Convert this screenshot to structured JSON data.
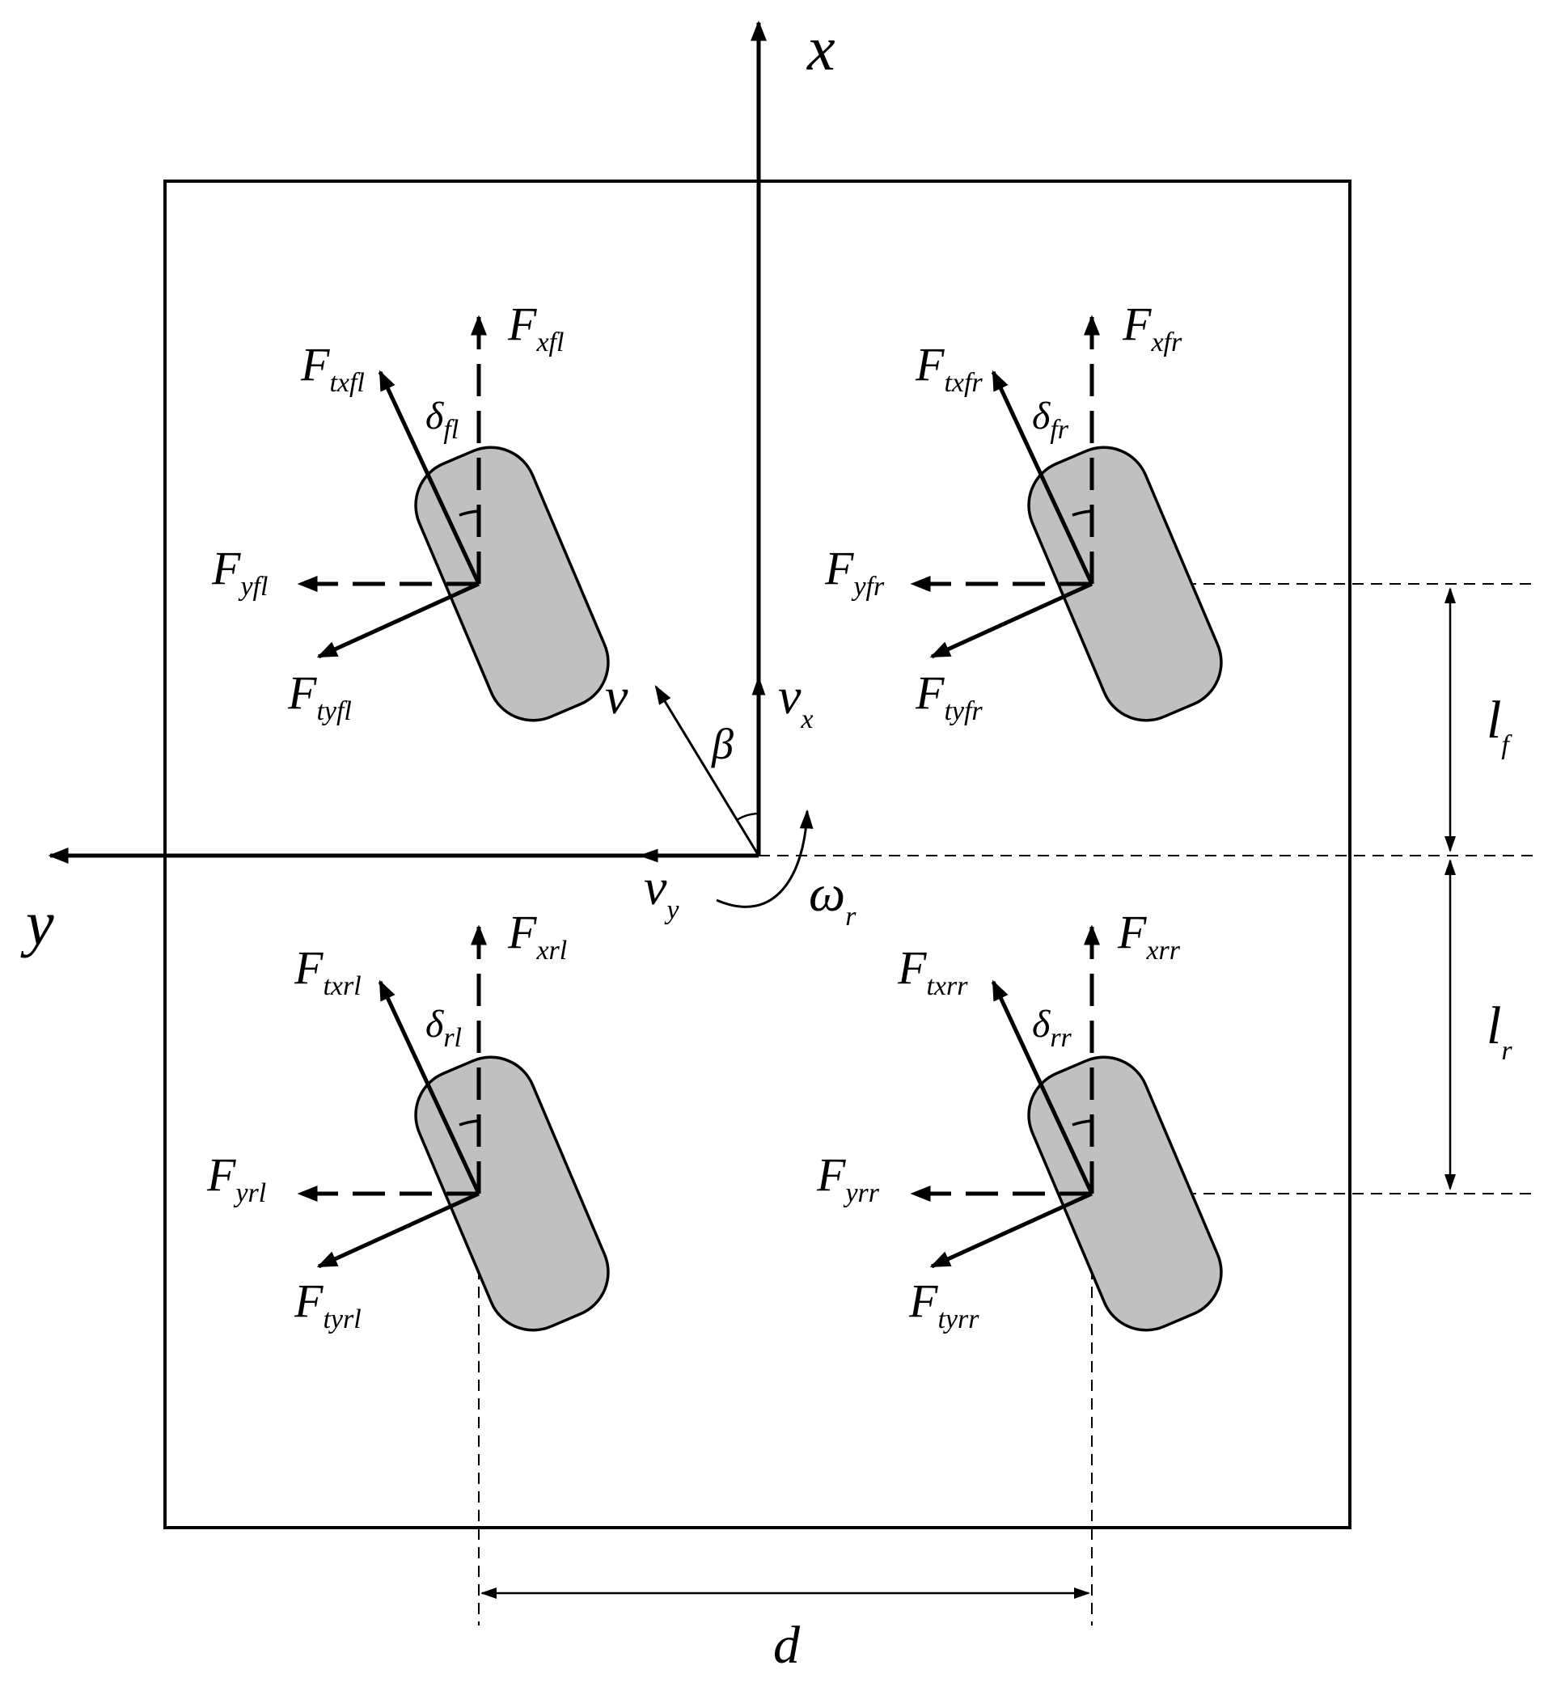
{
  "axes": {
    "x": "x",
    "y": "y"
  },
  "velocity": {
    "v": "v",
    "vx_base": "v",
    "vx_sub": "x",
    "vy_base": "v",
    "vy_sub": "y",
    "beta": "β"
  },
  "yaw_rate": {
    "base": "ω",
    "sub": "r"
  },
  "dimensions": {
    "lf_base": "l",
    "lf_sub": "f",
    "lr_base": "l",
    "lr_sub": "r",
    "d": "d"
  },
  "wheels": {
    "fl": {
      "fx_base": "F",
      "fx_sub": "xfl",
      "ftx_base": "F",
      "ftx_sub": "txfl",
      "fy_base": "F",
      "fy_sub": "yfl",
      "fty_base": "F",
      "fty_sub": "tyfl",
      "delta_base": "δ",
      "delta_sub": "fl"
    },
    "fr": {
      "fx_base": "F",
      "fx_sub": "xfr",
      "ftx_base": "F",
      "ftx_sub": "txfr",
      "fy_base": "F",
      "fy_sub": "yfr",
      "fty_base": "F",
      "fty_sub": "tyfr",
      "delta_base": "δ",
      "delta_sub": "fr"
    },
    "rl": {
      "fx_base": "F",
      "fx_sub": "xrl",
      "ftx_base": "F",
      "ftx_sub": "txrl",
      "fy_base": "F",
      "fy_sub": "yrl",
      "fty_base": "F",
      "fty_sub": "tyrl",
      "delta_base": "δ",
      "delta_sub": "rl"
    },
    "rr": {
      "fx_base": "F",
      "fx_sub": "xrr",
      "ftx_base": "F",
      "ftx_sub": "txrr",
      "fy_base": "F",
      "fy_sub": "yrr",
      "fty_base": "F",
      "fty_sub": "tyrr",
      "delta_base": "δ",
      "delta_sub": "rr"
    }
  },
  "colors": {
    "stroke": "#000000",
    "tire_fill": "#c0c0c0",
    "background": "#ffffff"
  }
}
